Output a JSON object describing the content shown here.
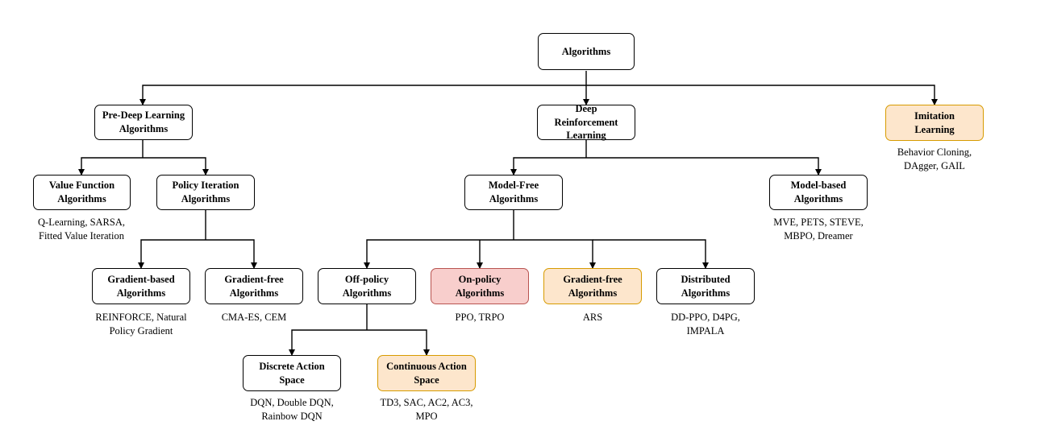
{
  "nodes": {
    "algorithms": {
      "label": "Algorithms"
    },
    "pre_deep": {
      "label": "Pre-Deep Learning\nAlgorithms"
    },
    "deep_rl": {
      "label": "Deep Reinforcement\nLearning"
    },
    "imitation": {
      "label": "Imitation\nLearning",
      "desc": "Behavior Cloning,\nDAgger, GAIL"
    },
    "value_function": {
      "label": "Value Function\nAlgorithms",
      "desc": "Q-Learning, SARSA,\nFitted Value Iteration"
    },
    "policy_iteration": {
      "label": "Policy Iteration\nAlgorithms"
    },
    "model_free": {
      "label": "Model-Free\nAlgorithms"
    },
    "model_based": {
      "label": "Model-based\nAlgorithms",
      "desc": "MVE, PETS, STEVE,\nMBPO, Dreamer"
    },
    "gradient_based": {
      "label": "Gradient-based\nAlgorithms",
      "desc": "REINFORCE, Natural\nPolicy Gradient"
    },
    "gradient_free_pi": {
      "label": "Gradient-free\nAlgorithms",
      "desc": "CMA-ES, CEM"
    },
    "off_policy": {
      "label": "Off-policy\nAlgorithms"
    },
    "on_policy": {
      "label": "On-policy\nAlgorithms",
      "desc": "PPO, TRPO"
    },
    "gradient_free_mf": {
      "label": "Gradient-free\nAlgorithms",
      "desc": "ARS"
    },
    "distributed": {
      "label": "Distributed\nAlgorithms",
      "desc": "DD-PPO, D4PG,\nIMPALA"
    },
    "discrete": {
      "label": "Discrete Action\nSpace",
      "desc": "DQN, Double DQN,\nRainbow DQN"
    },
    "continuous": {
      "label": "Continuous Action\nSpace",
      "desc": "TD3, SAC, AC2, AC3,\nMPO"
    }
  },
  "colors": {
    "orange_fill": "#fde6cc",
    "orange_border": "#d79b00",
    "red_fill": "#f8cecc",
    "red_border": "#b85450"
  }
}
